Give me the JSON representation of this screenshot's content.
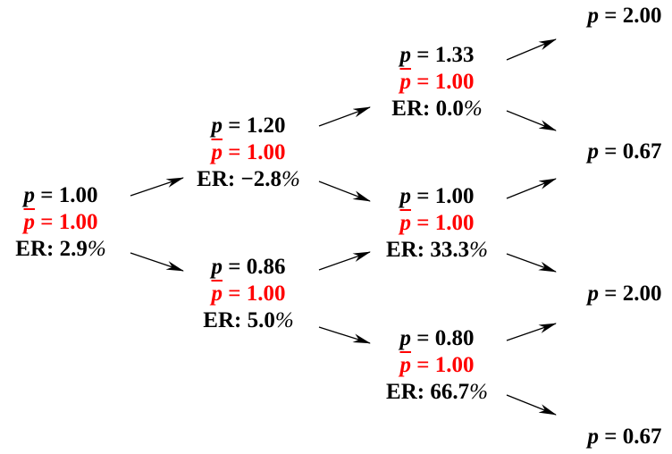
{
  "colors": {
    "text": "#000000",
    "bar_value": "#ff0000"
  },
  "nodes": [
    {
      "id": "n0",
      "p": "p = 1.00",
      "pbar": "p = 1.00",
      "er": "ER: 2.9%"
    },
    {
      "id": "n1u",
      "p": "p = 1.20",
      "pbar": "p = 1.00",
      "er": "ER: −2.8%"
    },
    {
      "id": "n1d",
      "p": "p = 0.86",
      "pbar": "p = 1.00",
      "er": "ER: 5.0%"
    },
    {
      "id": "n2uu",
      "p": "p = 1.33",
      "pbar": "p = 1.00",
      "er": "ER: 0.0%"
    },
    {
      "id": "n2ud",
      "p": "p = 1.00",
      "pbar": "p = 1.00",
      "er": "ER: 33.3%"
    },
    {
      "id": "n2dd",
      "p": "p = 0.80",
      "pbar": "p = 1.00",
      "er": "ER: 66.7%"
    }
  ],
  "terminals": [
    {
      "id": "t1",
      "p": "p = 2.00"
    },
    {
      "id": "t2",
      "p": "p = 0.67"
    },
    {
      "id": "t3",
      "p": "p = 2.00"
    },
    {
      "id": "t4",
      "p": "p = 0.67"
    }
  ]
}
